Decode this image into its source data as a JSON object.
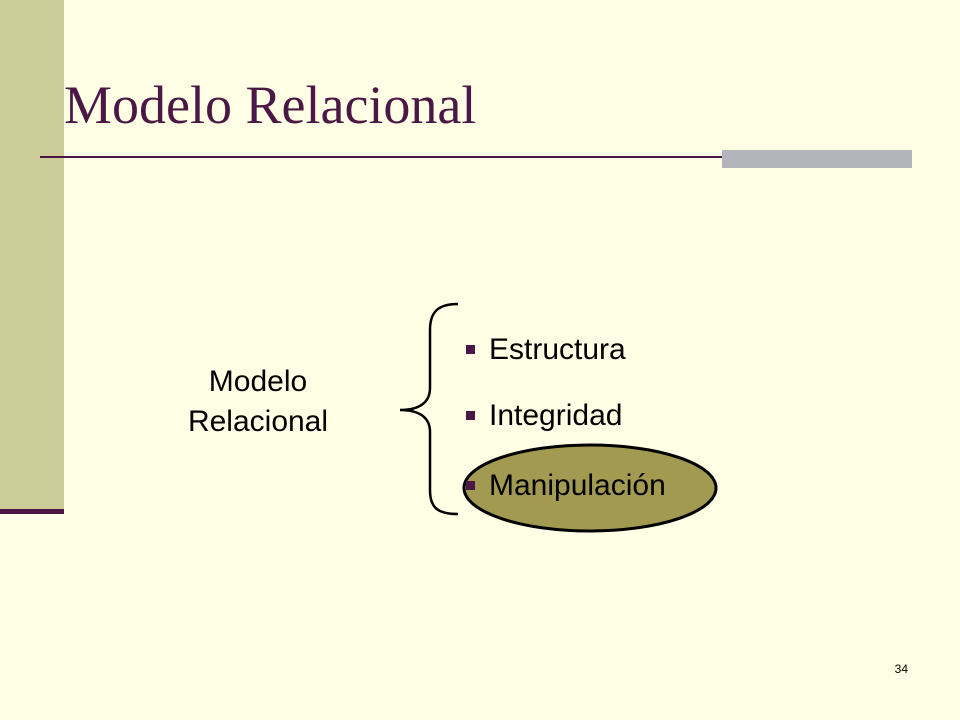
{
  "slide": {
    "title": "Modelo Relacional",
    "left_label": [
      "Modelo",
      "Relacional"
    ],
    "items": [
      {
        "label": "Estructura",
        "highlighted": false
      },
      {
        "label": "Integridad",
        "highlighted": false
      },
      {
        "label": "Manipulación",
        "highlighted": true
      }
    ],
    "slide_number": "34"
  },
  "colors": {
    "background": "#FFFFE5",
    "side_band": "#CCCC99",
    "accent": "#4B1845",
    "rule_accent": "#B3B3BB",
    "highlight_fill": "#A19A50"
  },
  "icons": {
    "bullet": "square-bullet-icon",
    "brace": "curly-brace-icon"
  }
}
